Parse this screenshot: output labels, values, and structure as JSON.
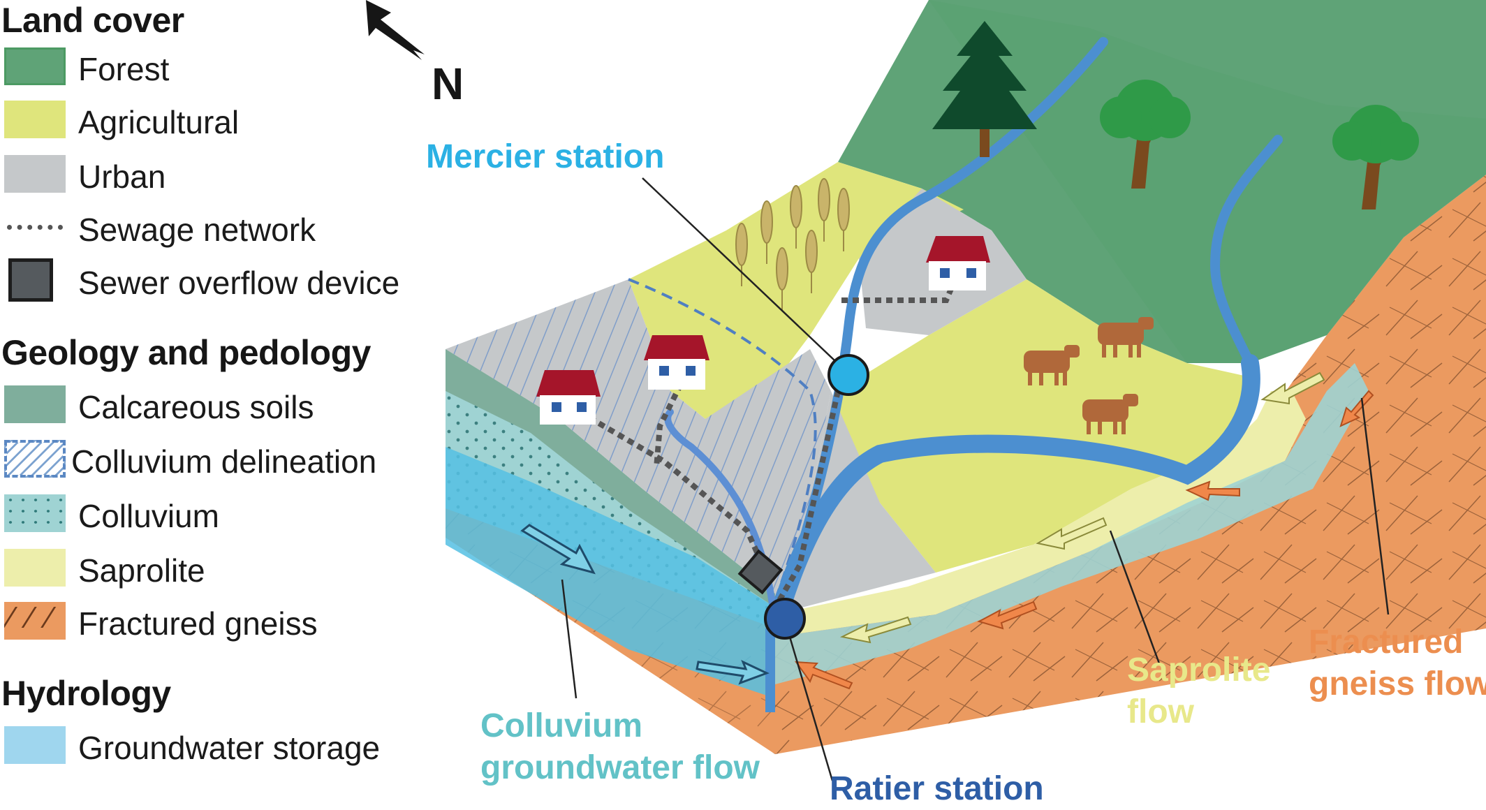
{
  "legend": {
    "land_cover": {
      "heading": "Land cover",
      "items": [
        {
          "label": "Forest",
          "color": "#5fa377"
        },
        {
          "label": "Agricultural",
          "color": "#dfe57c"
        },
        {
          "label": "Urban",
          "color": "#c5c8ca"
        },
        {
          "label": "Sewage network",
          "color": "#555555"
        },
        {
          "label": "Sewer overflow device",
          "color": "#555a5e"
        }
      ]
    },
    "geology": {
      "heading": "Geology and pedology",
      "items": [
        {
          "label": "Calcareous soils",
          "color": "#7fae9c"
        },
        {
          "label": "Colluvium delineation",
          "color": "#5b88c3"
        },
        {
          "label": "Colluvium",
          "color": "#9fd3d3"
        },
        {
          "label": "Saprolite",
          "color": "#edeeab"
        },
        {
          "label": "Fractured gneiss",
          "color": "#eb9a60"
        }
      ]
    },
    "hydrology": {
      "heading": "Hydrology",
      "items": [
        {
          "label": "Groundwater storage",
          "color": "#9fd6ee"
        }
      ]
    }
  },
  "north_arrow": {
    "label": "N"
  },
  "labels": {
    "mercier_station": {
      "text": "Mercier station",
      "color": "#2bb1e4"
    },
    "ratier_station": {
      "text": "Ratier station",
      "color": "#2e5ea6"
    },
    "colluvium_flow": {
      "line1": "Colluvium",
      "line2": "groundwater flow",
      "color": "#62c2c7"
    },
    "saprolite_flow": {
      "line1": "Saprolite",
      "line2": "flow",
      "color": "#e8e88a"
    },
    "gneiss_flow": {
      "line1": "Fractured",
      "line2": "gneiss flow",
      "color": "#ec8e4f"
    }
  }
}
